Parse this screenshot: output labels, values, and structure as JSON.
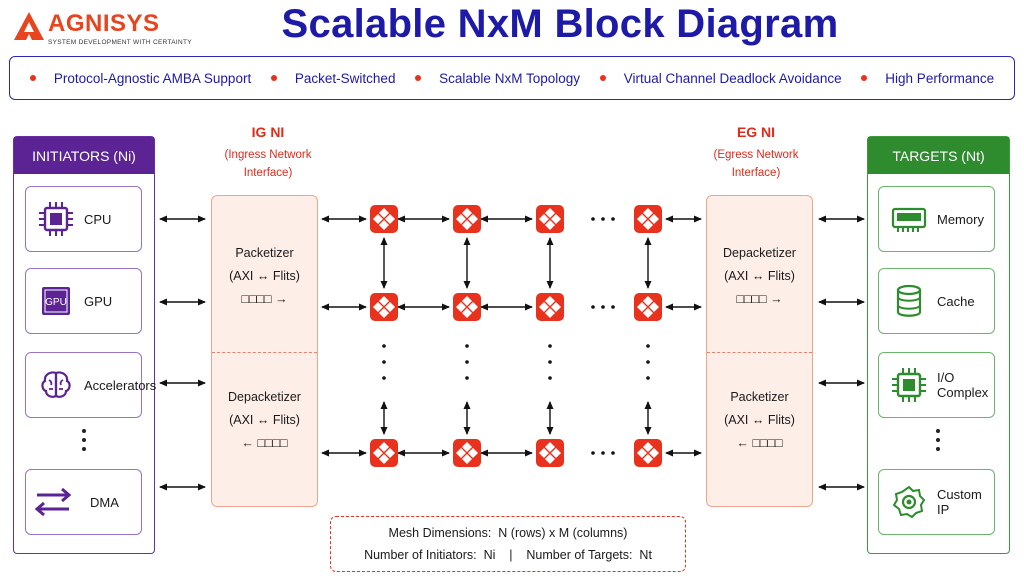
{
  "brand": {
    "name": "AGNISYS",
    "tagline": "SYSTEM DEVELOPMENT WITH CERTAINTY",
    "accent": "#e8441e"
  },
  "title": "Scalable NxM Block Diagram",
  "features": [
    "Protocol-Agnostic AMBA Support",
    "Packet-Switched",
    "Scalable NxM Topology",
    "Virtual Channel Deadlock Avoidance",
    "High Performance"
  ],
  "initiators": {
    "title": "INITIATORS (Ni)",
    "color": "#5b2393",
    "items": [
      {
        "label": "CPU",
        "icon": "cpu-chip-icon"
      },
      {
        "label": "GPU",
        "icon": "gpu-icon",
        "icon_text": "GPU"
      },
      {
        "label": "Accelerators",
        "icon": "brain-icon"
      },
      {
        "label": "DMA",
        "icon": "transfer-arrows-icon"
      }
    ]
  },
  "targets": {
    "title": "TARGETS (Nt)",
    "color": "#2e8b2e",
    "items": [
      {
        "label": "Memory",
        "icon": "memory-module-icon"
      },
      {
        "label": "Cache",
        "icon": "database-icon"
      },
      {
        "label": "I/O Complex",
        "icon": "chip-icon"
      },
      {
        "label": "Custom IP",
        "icon": "gear-icon"
      }
    ]
  },
  "ig_ni": {
    "title": "IG NI",
    "subtitle_1": "(Ingress Network",
    "subtitle_2": "Interface)",
    "top_name": "Packetizer",
    "top_desc": "(AXI ↔ Flits)",
    "top_flits": "□□□□ →",
    "bottom_name": "Depacketizer",
    "bottom_desc": "(AXI ↔ Flits)",
    "bottom_flits": "← □□□□"
  },
  "eg_ni": {
    "title": "EG NI",
    "subtitle_1": "(Egress Network",
    "subtitle_2": "Interface)",
    "top_name": "Depacketizer",
    "top_desc": "(AXI ↔ Flits)",
    "top_flits": "□□□□ →",
    "bottom_name": "Packetizer",
    "bottom_desc": "(AXI ↔ Flits)",
    "bottom_flits": "← □□□□"
  },
  "mesh": {
    "router_color": "#e8321e",
    "dimensions": "Mesh Dimensions:  N (rows) x M (columns)",
    "counts": "Number of Initiators:  Ni    |    Number of Targets:  Nt"
  }
}
